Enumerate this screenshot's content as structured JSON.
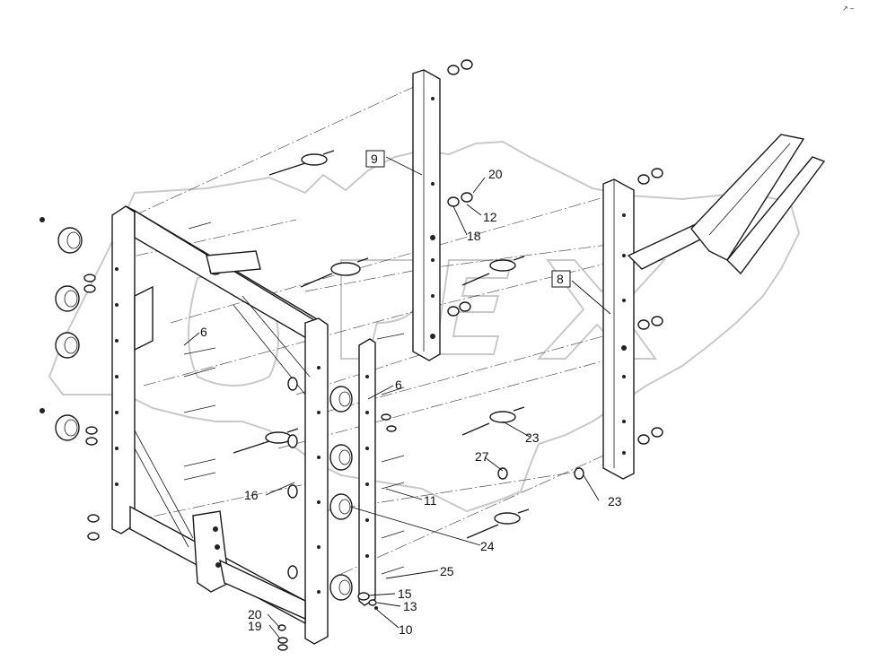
{
  "corner_mark": "↗ –",
  "watermark": "OPEX",
  "callouts": [
    {
      "id": "c9",
      "text": "9",
      "boxed": true
    },
    {
      "id": "c8",
      "text": "8",
      "boxed": true
    },
    {
      "id": "c20a",
      "text": "20"
    },
    {
      "id": "c12",
      "text": "12"
    },
    {
      "id": "c18",
      "text": "18"
    },
    {
      "id": "c6a",
      "text": "6"
    },
    {
      "id": "c6b",
      "text": "6"
    },
    {
      "id": "c23a",
      "text": "23"
    },
    {
      "id": "c27",
      "text": "27"
    },
    {
      "id": "c23b",
      "text": "23"
    },
    {
      "id": "c16",
      "text": "16"
    },
    {
      "id": "c11",
      "text": "11"
    },
    {
      "id": "c24",
      "text": "24"
    },
    {
      "id": "c25",
      "text": "25"
    },
    {
      "id": "c15",
      "text": "15"
    },
    {
      "id": "c13",
      "text": "13"
    },
    {
      "id": "c20b",
      "text": "20"
    },
    {
      "id": "c19",
      "text": "19"
    },
    {
      "id": "c10",
      "text": "10"
    }
  ]
}
